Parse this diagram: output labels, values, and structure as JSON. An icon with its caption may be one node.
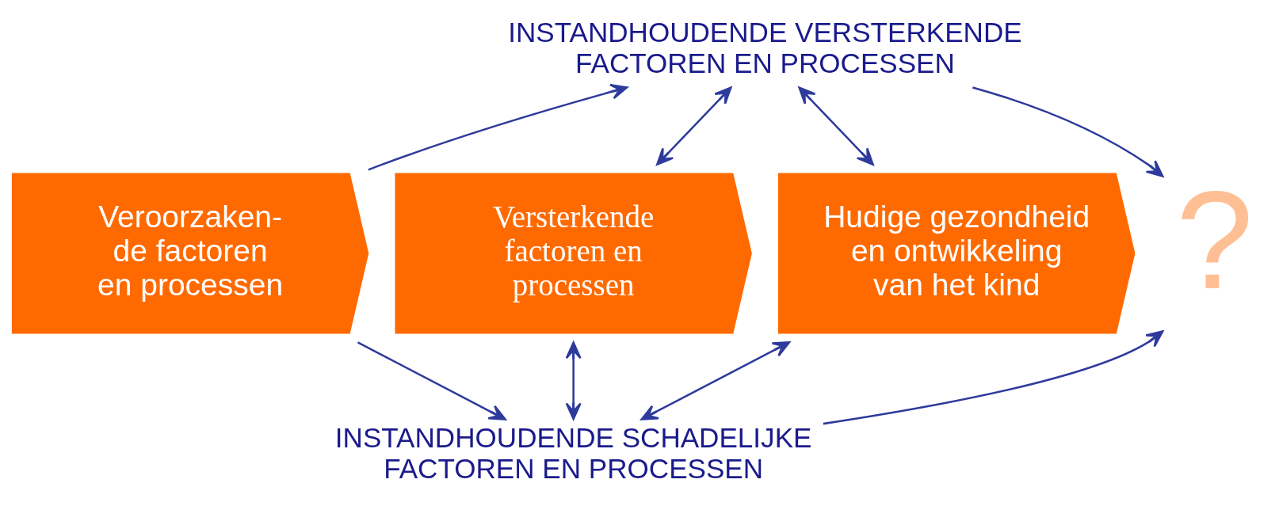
{
  "diagram": {
    "nodes": [
      {
        "text": [
          "Veroorzaken- de factoren en processen"
        ]
      },
      {
        "text": [
          "Versterkende factoren en processen"
        ]
      },
      {
        "text": [
          "Hudige gezondheid en ontwikkeling van het kind"
        ]
      },
      {
        "text": [
          "?"
        ]
      },
      {
        "text": [
          "INSTANDHOUDENDE VERSTERKENDE FACTOREN EN PROCESSEN"
        ]
      },
      {
        "text": [
          "INSTANDHOUDENDE SCHADELIJKE FACTOREN EN PROCESSEN"
        ]
      }
    ],
    "edges": [
      {
        "from": 0,
        "to": 4,
        "arrow": "to"
      },
      {
        "from": 0,
        "to": 5,
        "arrow": "to"
      },
      {
        "from": 4,
        "to": 3,
        "arrow": "to"
      },
      {
        "from": 5,
        "to": 3,
        "arrow": "to"
      },
      {
        "from": 4,
        "to": 1,
        "arrow": "both"
      },
      {
        "from": 4,
        "to": 2,
        "arrow": "both"
      },
      {
        "from": 1,
        "to": 5,
        "arrow": "both"
      },
      {
        "from": 2,
        "to": 5,
        "arrow": "both"
      }
    ]
  }
}
